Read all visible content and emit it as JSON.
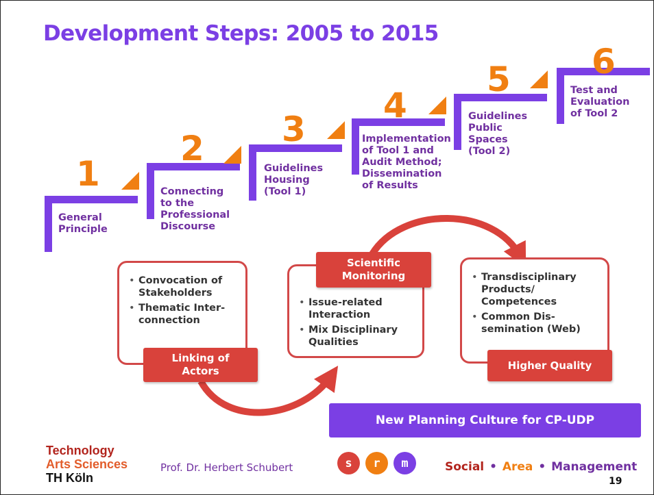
{
  "title": "Development Steps: 2005 to 2015",
  "colors": {
    "purple": "#7b3fe4",
    "label_purple": "#7030a0",
    "orange": "#f07f12",
    "red": "#d9423b"
  },
  "steps": [
    {
      "number": "1",
      "label": "General\nPrinciple"
    },
    {
      "number": "2",
      "label": "Connecting\nto the\nProfessional\nDiscourse"
    },
    {
      "number": "3",
      "label": "Guidelines\nHousing\n(Tool 1)"
    },
    {
      "number": "4",
      "label": "Implementation\nof Tool 1 and\nAudit Method;\nDissemination\nof Results"
    },
    {
      "number": "5",
      "label": "Guidelines\nPublic\nSpaces\n(Tool 2)"
    },
    {
      "number": "6",
      "label": "Test and\nEvaluation\nof Tool 2"
    }
  ],
  "boxes": [
    {
      "items": [
        "Convocation of\nStakeholders",
        "Thematic Inter-\nconnection"
      ],
      "tag": "Linking of\nActors"
    },
    {
      "items": [
        "Issue-related\nInteraction",
        "Mix Disciplinary\nQualities"
      ],
      "tag": "Scientific\nMonitoring"
    },
    {
      "items": [
        "Transdisciplinary\nProducts/\nCompetences",
        "Common Dis-\nsemination (Web)"
      ],
      "tag": "Higher Quality"
    }
  ],
  "banner": "New Planning Culture for CP-UDP",
  "footer": {
    "institution_lines": [
      "Technology",
      "Arts Sciences",
      "TH Köln"
    ],
    "author": "Prof. Dr. Herbert Schubert",
    "logo_letters": [
      "s",
      "r",
      "m"
    ],
    "logo_colors": [
      "#d9423b",
      "#f07f12",
      "#7b3fe4"
    ],
    "sam_words": [
      "Social",
      "Area",
      "Management"
    ],
    "sam_colors": [
      "#b2241d",
      "#f07f12",
      "#7030a0"
    ],
    "sam_separator": "•",
    "page_number": "19"
  }
}
